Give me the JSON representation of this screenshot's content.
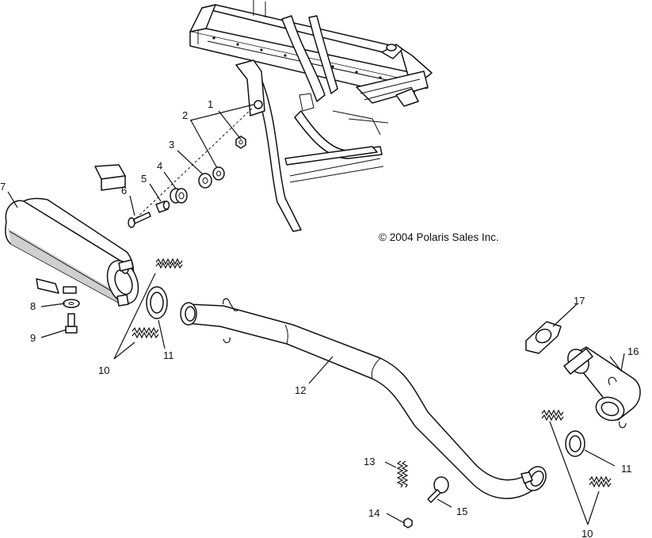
{
  "copyright": "© 2004 Polaris Sales Inc.",
  "callouts": [
    {
      "id": "c1",
      "text": "1"
    },
    {
      "id": "c2",
      "text": "2"
    },
    {
      "id": "c3",
      "text": "3"
    },
    {
      "id": "c4",
      "text": "4"
    },
    {
      "id": "c5",
      "text": "5"
    },
    {
      "id": "c6",
      "text": "6"
    },
    {
      "id": "c7",
      "text": "7"
    },
    {
      "id": "c8",
      "text": "8"
    },
    {
      "id": "c9",
      "text": "9"
    },
    {
      "id": "c10a",
      "text": "10"
    },
    {
      "id": "c11a",
      "text": "11"
    },
    {
      "id": "c12",
      "text": "12"
    },
    {
      "id": "c13",
      "text": "13"
    },
    {
      "id": "c14",
      "text": "14"
    },
    {
      "id": "c15",
      "text": "15"
    },
    {
      "id": "c16",
      "text": "16"
    },
    {
      "id": "c17",
      "text": "17"
    },
    {
      "id": "c11b",
      "text": "11"
    },
    {
      "id": "c10b",
      "text": "10"
    }
  ]
}
